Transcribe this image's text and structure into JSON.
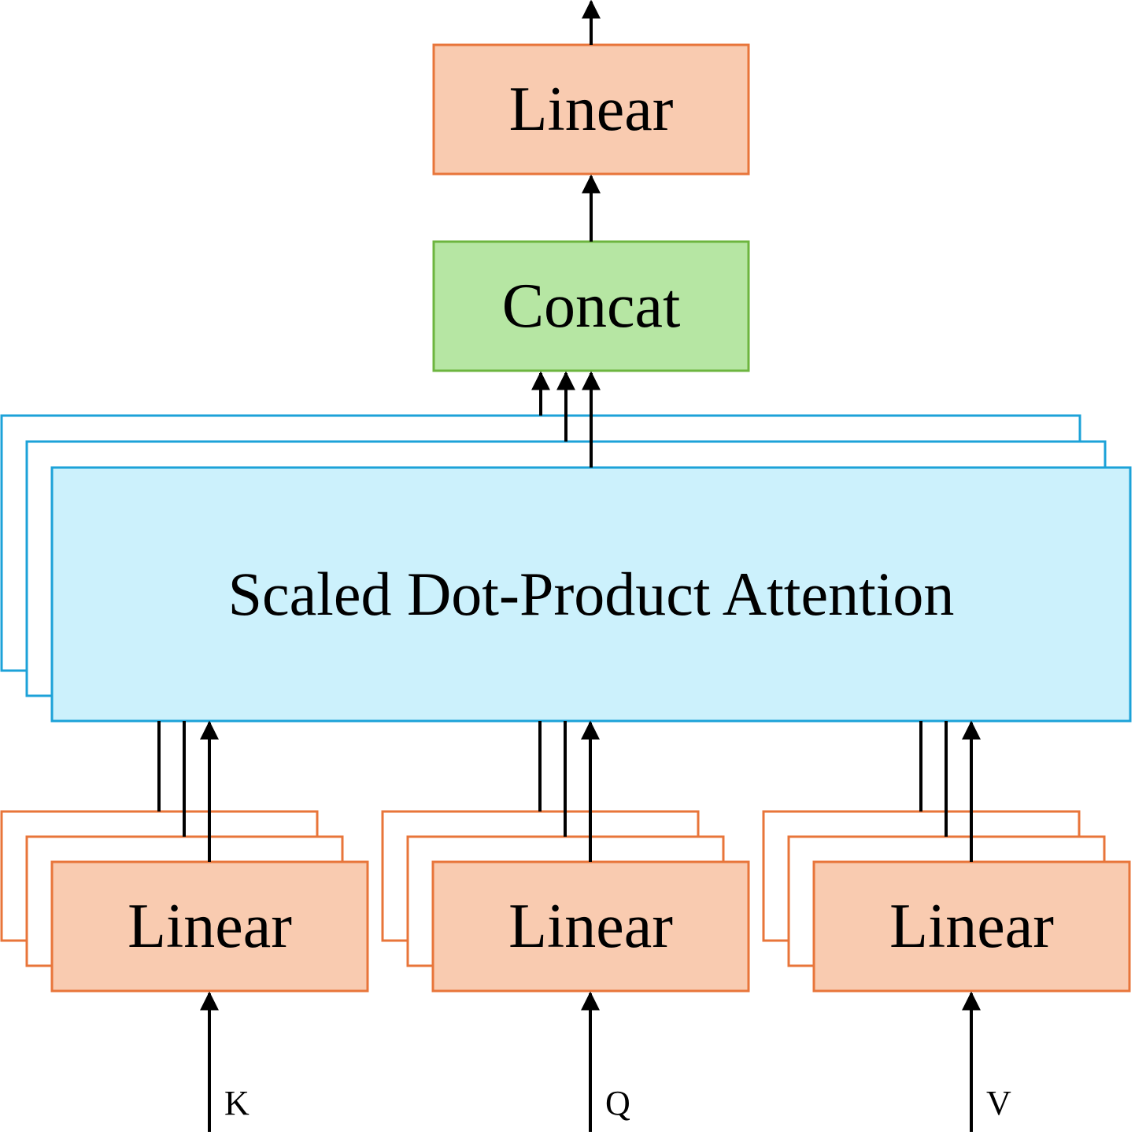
{
  "colors": {
    "linear_fill": "#F9CBB0",
    "linear_stroke": "#E8753A",
    "concat_fill": "#B6E6A3",
    "concat_stroke": "#6DB53F",
    "attention_fill": "#CCF1FC",
    "attention_stroke": "#1CA2D8",
    "arrow": "#000000",
    "background": "#FFFFFF"
  },
  "output_linear": {
    "label": "Linear"
  },
  "concat": {
    "label": "Concat"
  },
  "attention": {
    "label": "Scaled Dot-Product Attention",
    "stack_depth": 3
  },
  "input_linears": [
    {
      "label": "Linear",
      "input": "K",
      "stack_depth": 3
    },
    {
      "label": "Linear",
      "input": "Q",
      "stack_depth": 3
    },
    {
      "label": "Linear",
      "input": "V",
      "stack_depth": 3
    }
  ]
}
